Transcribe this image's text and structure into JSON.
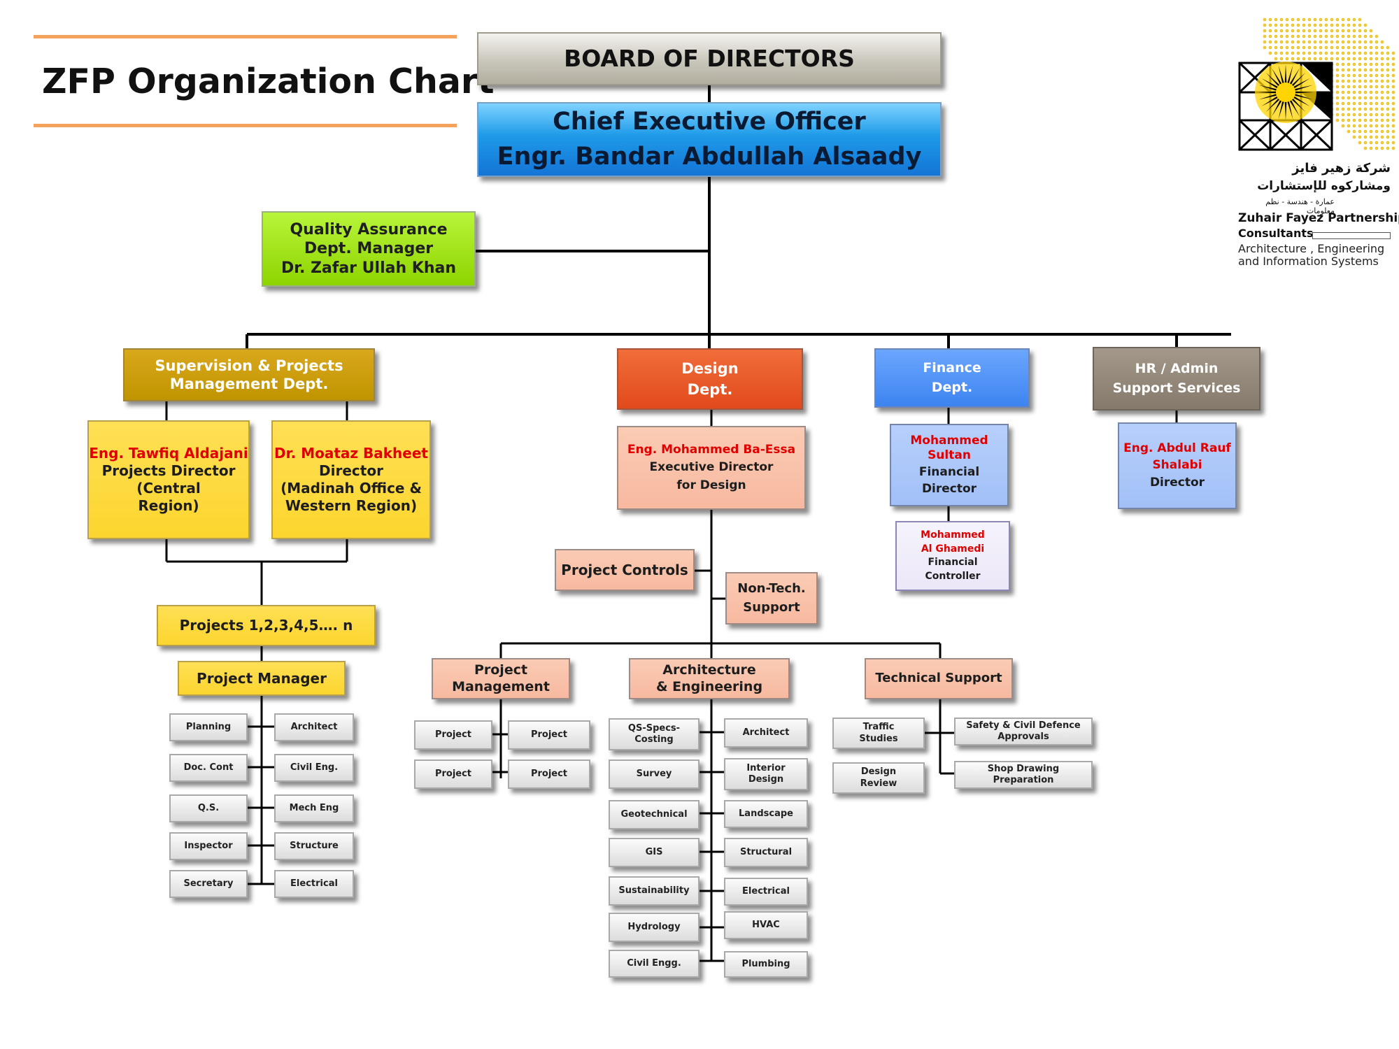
{
  "page": {
    "title": "ZFP Organization Chart",
    "accent_color": "#f4a25c"
  },
  "board": {
    "label": "BOARD OF DIRECTORS"
  },
  "ceo": {
    "line1": "Chief Executive Officer",
    "line2": "Engr. Bandar Abdullah Alsaady"
  },
  "qa": {
    "line1": "Quality Assurance",
    "line2": "Dept. Manager",
    "line3": "Dr. Zafar Ullah Khan"
  },
  "departments": {
    "supervision": {
      "line1": "Supervision & Projects",
      "line2": "Management Dept."
    },
    "design": {
      "line1": "Design",
      "line2": "Dept."
    },
    "finance": {
      "line1": "Finance",
      "line2": "Dept."
    },
    "hr": {
      "line1": "HR / Admin",
      "line2": "Support Services"
    }
  },
  "supervision": {
    "tawfiq": {
      "name": "Eng. Tawfiq Aldajani",
      "line2": "Projects Director",
      "line3": "(Central",
      "line4": "Region)"
    },
    "moataz": {
      "name": "Dr. Moataz Bakheet",
      "line2": "Director",
      "line3": "(Madinah Office &",
      "line4": "Western Region)"
    },
    "projects": "Projects 1,2,3,4,5…. n",
    "project_manager": "Project Manager",
    "left_roles": [
      "Planning",
      "Doc. Cont",
      "Q.S.",
      "Inspector",
      "Secretary"
    ],
    "right_roles": [
      "Architect",
      "Civil Eng.",
      "Mech Eng",
      "Structure",
      "Electrical"
    ]
  },
  "design": {
    "director": {
      "name": "Eng.  Mohammed Ba-Essa",
      "line2": "Executive Director",
      "line3": "for Design"
    },
    "project_controls": "Project Controls",
    "non_tech": {
      "line1": "Non-Tech.",
      "line2": "Support"
    },
    "project_management": {
      "line1": "Project",
      "line2": "Management"
    },
    "arch_eng": {
      "line1": "Architecture",
      "line2": "& Engineering"
    },
    "technical_support": "Technical Support",
    "pm_items": [
      "Project",
      "Project",
      "Project",
      "Project"
    ],
    "ae_left": [
      {
        "l1": "QS-Specs-",
        "l2": "Costing"
      },
      {
        "l1": "Survey",
        "l2": ""
      },
      {
        "l1": "Geotechnical",
        "l2": ""
      },
      {
        "l1": "GIS",
        "l2": ""
      },
      {
        "l1": "Sustainability",
        "l2": ""
      },
      {
        "l1": "Hydrology",
        "l2": ""
      },
      {
        "l1": "Civil Engg.",
        "l2": ""
      }
    ],
    "ae_right": [
      {
        "l1": "Architect",
        "l2": ""
      },
      {
        "l1": "Interior",
        "l2": "Design"
      },
      {
        "l1": "Landscape",
        "l2": ""
      },
      {
        "l1": "Structural",
        "l2": ""
      },
      {
        "l1": "Electrical",
        "l2": ""
      },
      {
        "l1": "HVAC",
        "l2": ""
      },
      {
        "l1": "Plumbing",
        "l2": ""
      }
    ],
    "ts_left": [
      {
        "l1": "Traffic",
        "l2": "Studies"
      },
      {
        "l1": "Design",
        "l2": "Review"
      }
    ],
    "ts_right": [
      {
        "l1": "Safety  &  Civil Defence",
        "l2": "Approvals"
      },
      {
        "l1": "Shop Drawing",
        "l2": "Preparation"
      }
    ]
  },
  "finance": {
    "director": {
      "name": "Mohammed Sultan",
      "line2": "Financial",
      "line3": "Director"
    },
    "controller": {
      "name1": "Mohammed",
      "name2": "Al Ghamedi",
      "line3": "Financial",
      "line4": "Controller"
    }
  },
  "hr": {
    "director": {
      "name1": "Eng. Abdul Rauf",
      "name2": "Shalabi",
      "line3": "Director"
    }
  },
  "logo": {
    "arabic1": "شركة زهير فايز",
    "arabic2": "ومشاركوه للإستشارات",
    "arabic3": "عمارة - هندسة - نظم معلومات",
    "english1": "Zuhair Fayez Partnership",
    "english2": "Consultants",
    "english3": "Architecture , Engineering",
    "english4": "and  Information Systems"
  }
}
